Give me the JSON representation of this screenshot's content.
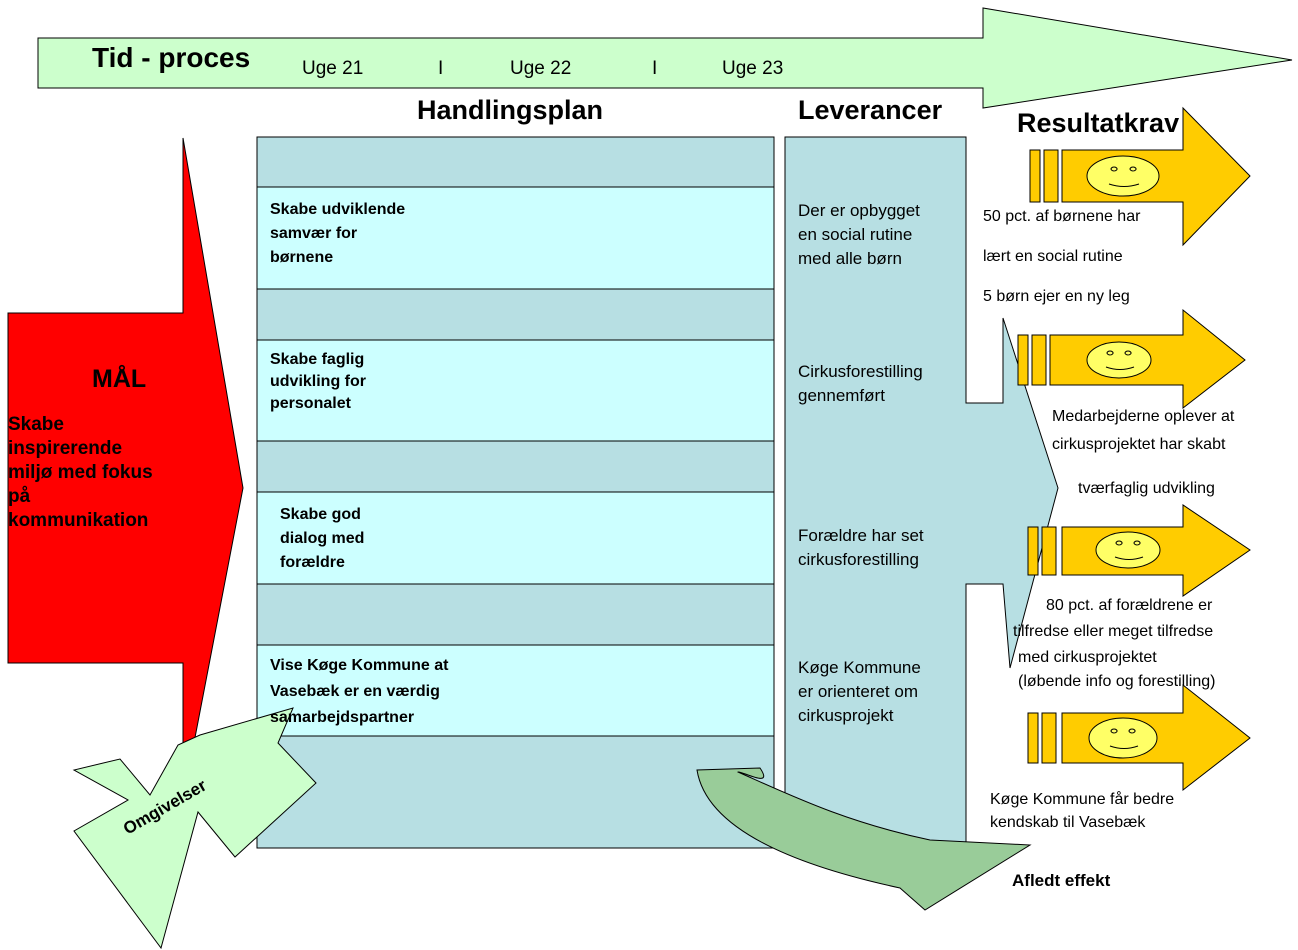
{
  "timeline": {
    "title": "Tid - proces",
    "week1": "Uge 21",
    "sep1": "I",
    "week2": "Uge 22",
    "sep2": "I",
    "week3": "Uge 23"
  },
  "headers": {
    "handlingsplan": "Handlingsplan",
    "leverancer": "Leverancer",
    "resultatkrav": "Resultatkrav"
  },
  "goal": {
    "title": "MÅL",
    "lines": [
      "Skabe",
      "inspirerende",
      "miljø med fokus",
      "på",
      "kommunikation"
    ]
  },
  "actions": [
    {
      "lines": [
        "Skabe udviklende",
        "samvær for",
        "børnene"
      ]
    },
    {
      "lines": [
        "Skabe faglig",
        "udvikling for",
        "personalet"
      ]
    },
    {
      "lines": [
        "Skabe god",
        "dialog med",
        "forældre"
      ]
    },
    {
      "lines": [
        "Vise Køge Kommune at",
        "Vasebæk er en værdig",
        "samarbejdspartner"
      ]
    }
  ],
  "deliverables": [
    {
      "lines": [
        "Der er opbygget",
        "en social rutine",
        "med alle børn"
      ]
    },
    {
      "lines": [
        "Cirkusforestilling",
        "gennemført"
      ]
    },
    {
      "lines": [
        "Forældre har set",
        "cirkusforestilling"
      ]
    },
    {
      "lines": [
        "Køge Kommune",
        "er orienteret om",
        "cirkusprojekt"
      ]
    }
  ],
  "results": [
    {
      "lines": [
        "50 pct. af børnene har",
        "lært en social rutine",
        "5 børn ejer en ny leg"
      ]
    },
    {
      "lines": [
        "Medarbejderne oplever at",
        "cirkusprojektet har skabt",
        "tværfaglig udvikling"
      ]
    },
    {
      "lines": [
        "80 pct. af forældrene er",
        "tilfredse eller meget tilfredse",
        "med cirkusprojektet",
        "(løbende info og forestilling)"
      ]
    },
    {
      "lines": [
        "Køge Kommune får bedre",
        "kendskab til Vasebæk"
      ]
    }
  ],
  "environment": "Omgivelser",
  "side_effect": "Afledt effekt",
  "colors": {
    "goal_arrow": "#ff0000",
    "timeline_arrow": "#ccffcc",
    "action_band_light": "#ccffff",
    "action_band_dark": "#b7dfe3",
    "deliverable_column": "#b7dfe3",
    "result_arrow": "#ffcc00",
    "smiley": "#ffff66",
    "side_effect_arrow": "#99cc99"
  }
}
